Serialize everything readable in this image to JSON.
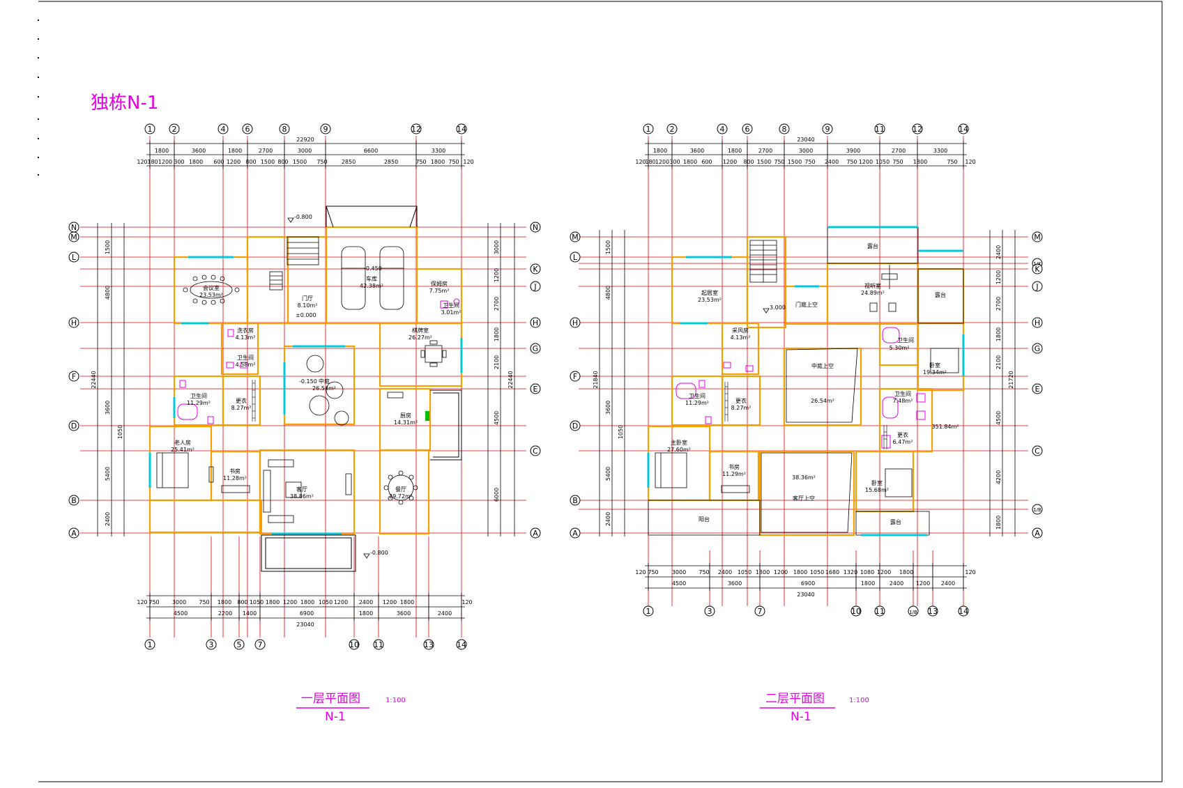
{
  "sheet_title": "独栋N-1",
  "colors": {
    "axis_red": "#e00000",
    "wall_orange": "#f5a000",
    "window_cyan": "#00c8d8",
    "label_magenta": "#e400e4",
    "ink": "#000000"
  },
  "plan1": {
    "caption": "一层平面图",
    "subtitle": "N-1",
    "scale": "1:100",
    "top_axes": [
      "1",
      "2",
      "4",
      "6",
      "8",
      "9",
      "12",
      "14"
    ],
    "bottom_axes": [
      "1",
      "3",
      "5",
      "7",
      "10",
      "11",
      "13",
      "14"
    ],
    "left_axes": [
      "N",
      "M",
      "L",
      "H",
      "F",
      "D",
      "B",
      "A"
    ],
    "right_axes": [
      "N",
      "K",
      "J",
      "H",
      "G",
      "E",
      "C",
      "A"
    ],
    "top_total": "22920",
    "top_row1": [
      "1800",
      "3600",
      "1800",
      "2700",
      "3000",
      "6600",
      "3300"
    ],
    "top_row2": [
      "120",
      "180",
      "1200",
      "300",
      "1800",
      "600",
      "1200",
      "800",
      "1500",
      "800",
      "1500",
      "750",
      "2850",
      "2850",
      "750",
      "1800",
      "750",
      "120"
    ],
    "bottom_total": "23040",
    "bottom_row1": [
      "4500",
      "2200",
      "1400",
      "6900",
      "1800",
      "3600",
      "2400"
    ],
    "bottom_row2": [
      "120",
      "750",
      "3000",
      "750",
      "1800",
      "800",
      "1050",
      "1800",
      "1200",
      "1800",
      "1050",
      "1200",
      "2400",
      "1200",
      "1800",
      "120"
    ],
    "left_total": "22440",
    "right_total": "22440",
    "left_dims": [
      "1500",
      "4800",
      "3600",
      "1050",
      "5400",
      "2400"
    ],
    "right_dims": [
      "3000",
      "1200",
      "2700",
      "1800",
      "2100",
      "4500",
      "6000"
    ],
    "levels": [
      "-0.800",
      "-0.450",
      "±0.000",
      "-0.150",
      "-0.800"
    ],
    "rooms": [
      {
        "name": "会议室",
        "area": "23.53m²"
      },
      {
        "name": "门厅",
        "area": "8.10m²"
      },
      {
        "name": "车库",
        "area": "42.38m²"
      },
      {
        "name": "保姆房",
        "area": "7.75m²"
      },
      {
        "name": "卫生间",
        "area": "3.01m²"
      },
      {
        "name": "洗衣房",
        "area": "4.13m²"
      },
      {
        "name": "卫生间",
        "area": "4.58m²"
      },
      {
        "name": "中庭",
        "area": "26.54m²"
      },
      {
        "name": "棋牌室",
        "area": "26.27m²"
      },
      {
        "name": "卫生间",
        "area": "11.29m²"
      },
      {
        "name": "更衣",
        "area": "8.27m²"
      },
      {
        "name": "厨房",
        "area": "14.31m²"
      },
      {
        "name": "老人房",
        "area": "25.41m²"
      },
      {
        "name": "书房",
        "area": "11.28m²"
      },
      {
        "name": "客厅",
        "area": "38.86m²"
      },
      {
        "name": "餐厅",
        "area": "29.72m²"
      }
    ]
  },
  "plan2": {
    "caption": "二层平面图",
    "subtitle": "N-1",
    "scale": "1:100",
    "top_axes": [
      "1",
      "2",
      "4",
      "6",
      "8",
      "9",
      "11",
      "12",
      "14"
    ],
    "bottom_axes": [
      "1",
      "3",
      "7",
      "10",
      "11",
      "1/B",
      "13",
      "14"
    ],
    "left_axes": [
      "M",
      "L",
      "H",
      "F",
      "D",
      "B",
      "A"
    ],
    "right_axes": [
      "M",
      "1/K",
      "K",
      "J",
      "H",
      "G",
      "E",
      "C",
      "1/B",
      "A"
    ],
    "top_total": "23040",
    "top_row1": [
      "1800",
      "3600",
      "1800",
      "2700",
      "3000",
      "3900",
      "2700",
      "3300"
    ],
    "top_row2": [
      "120",
      "180",
      "1200",
      "300",
      "1800",
      "600",
      "1200",
      "800",
      "1500",
      "750",
      "1500",
      "750",
      "2400",
      "750",
      "1200",
      "1050",
      "750",
      "1800",
      "750",
      "120"
    ],
    "bottom_total": "23040",
    "bottom_row1": [
      "4500",
      "3600",
      "6900",
      "1800",
      "2400",
      "1200",
      "2400"
    ],
    "bottom_row2": [
      "120",
      "750",
      "3000",
      "750",
      "2400",
      "1050",
      "1800",
      "1200",
      "1800",
      "1050",
      "1680",
      "1320",
      "1080",
      "1200",
      "1800",
      "120"
    ],
    "left_total": "21840",
    "right_total": "21720",
    "left_dims": [
      "1500",
      "4800",
      "3600",
      "1050",
      "5400",
      "2400"
    ],
    "right_dims": [
      "2400",
      "1200",
      "2700",
      "1800",
      "2100",
      "4500",
      "4200",
      "1800"
    ],
    "levels": [
      "3.000"
    ],
    "rooms": [
      {
        "name": "露台",
        "area": ""
      },
      {
        "name": "起居室",
        "area": "23.53m²"
      },
      {
        "name": "门庭上空",
        "area": ""
      },
      {
        "name": "视听室",
        "area": "24.89m²"
      },
      {
        "name": "露台",
        "area": ""
      },
      {
        "name": "采风房",
        "area": "4.13m²"
      },
      {
        "name": "卫生间",
        "area": "5.30m²"
      },
      {
        "name": "卧室",
        "area": "19.34m²"
      },
      {
        "name": "中庭上空",
        "area": "26.54m²"
      },
      {
        "name": "卫生间",
        "area": "11.29m²"
      },
      {
        "name": "更衣",
        "area": "8.27m²"
      },
      {
        "name": "卫生间",
        "area": "7.48m²"
      },
      {
        "name": "更衣",
        "area": "6.47m²"
      },
      {
        "name": "主卧室",
        "area": "27.60m²"
      },
      {
        "name": "书房",
        "area": "11.29m²"
      },
      {
        "name": "客厅上空",
        "area": "38.36m²"
      },
      {
        "name": "卧室",
        "area": "15.68m²"
      },
      {
        "name": "阳台",
        "area": ""
      },
      {
        "name": "露台",
        "area": ""
      }
    ],
    "total_area": "351.84m²"
  }
}
